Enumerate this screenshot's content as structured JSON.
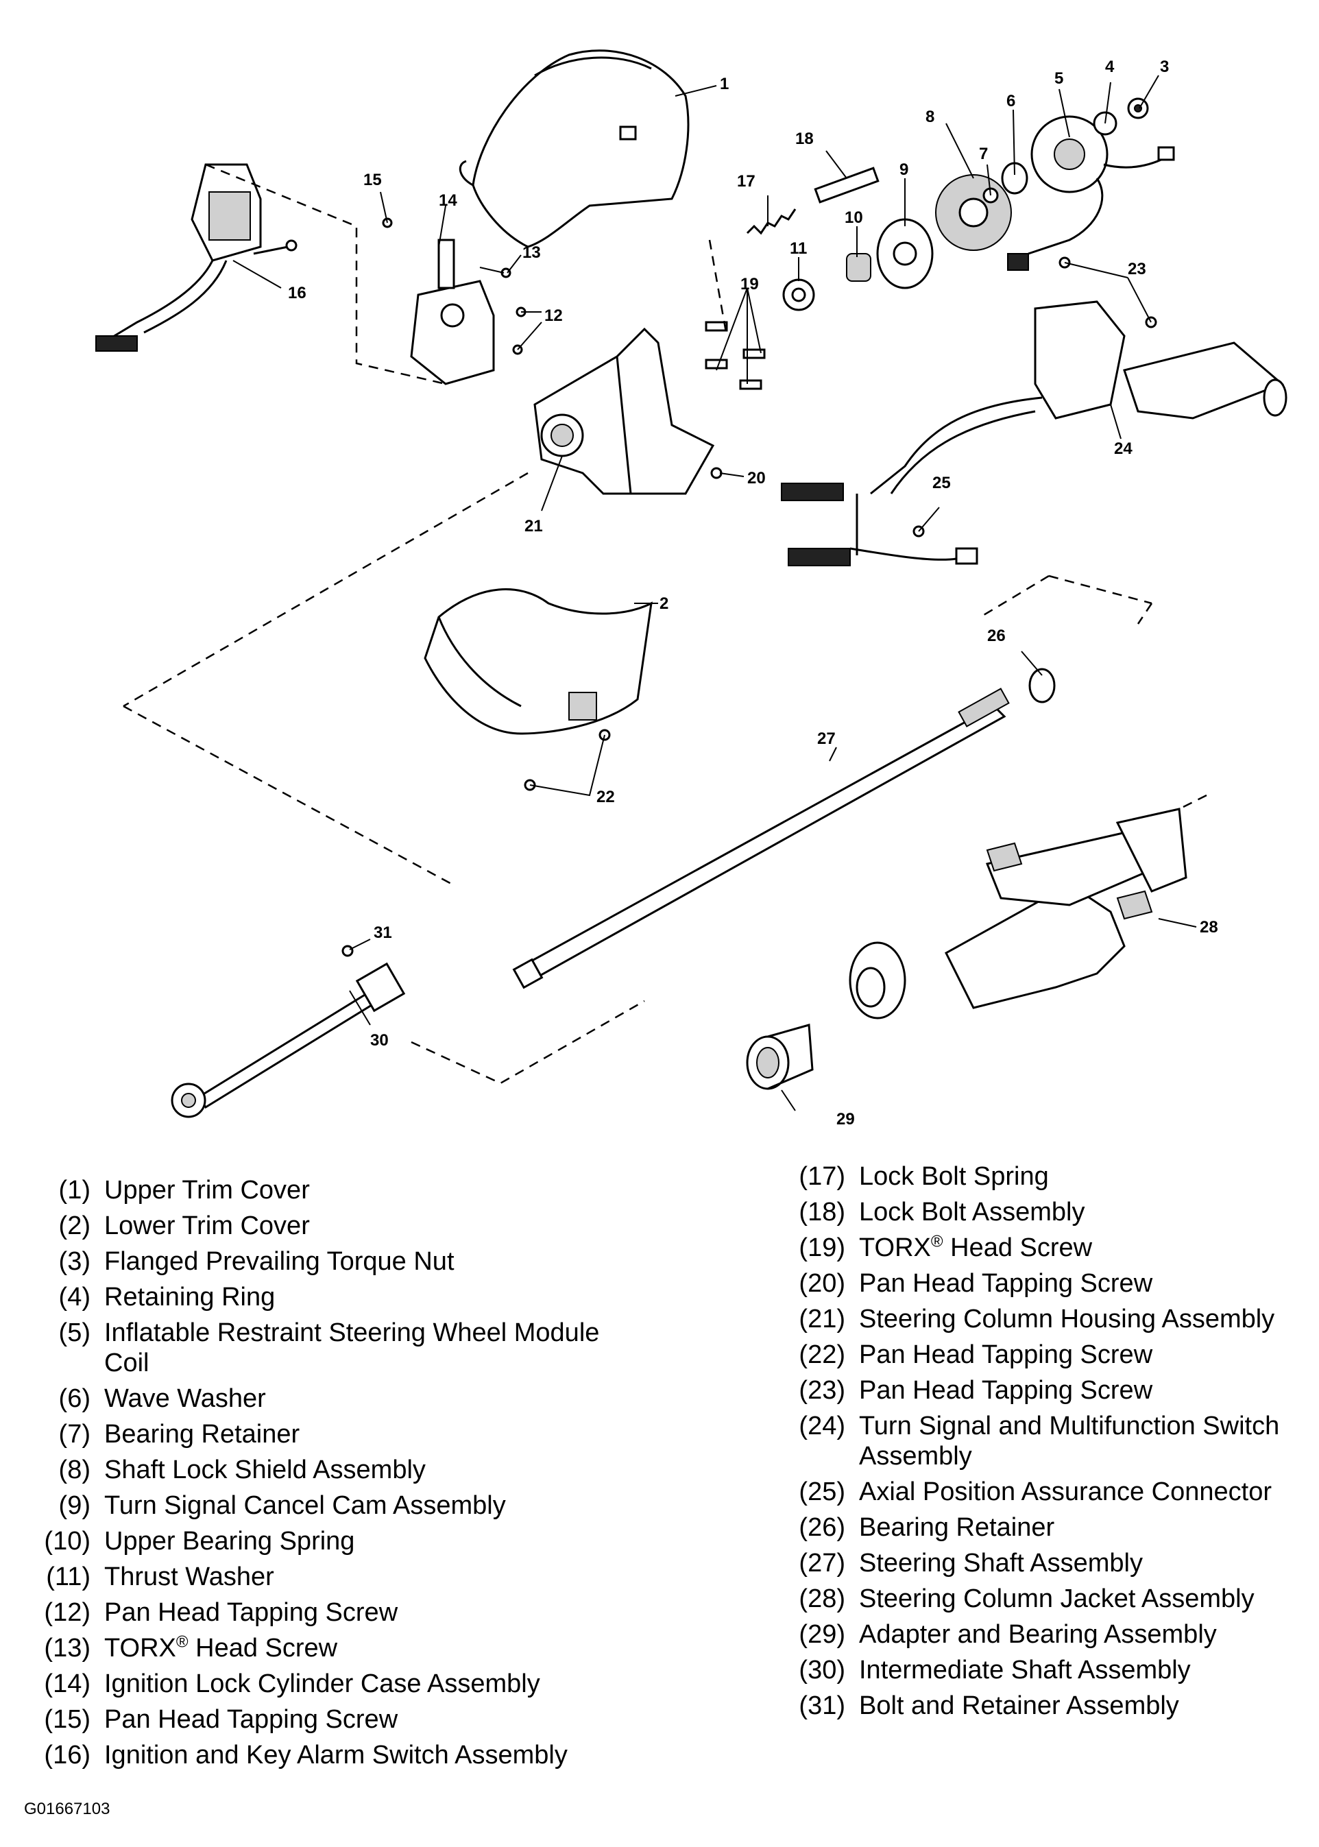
{
  "callouts": [
    "1",
    "2",
    "3",
    "4",
    "5",
    "6",
    "7",
    "8",
    "9",
    "10",
    "11",
    "12",
    "13",
    "14",
    "15",
    "16",
    "17",
    "18",
    "19",
    "20",
    "21",
    "22",
    "23",
    "24",
    "25",
    "26",
    "27",
    "28",
    "29",
    "30",
    "31"
  ],
  "legend_left": [
    {
      "num": "(1)",
      "label": "Upper Trim Cover"
    },
    {
      "num": "(2)",
      "label": "Lower Trim Cover"
    },
    {
      "num": "(3)",
      "label": "Flanged Prevailing Torque Nut"
    },
    {
      "num": "(4)",
      "label": "Retaining Ring"
    },
    {
      "num": "(5)",
      "label": "Inflatable Restraint Steering Wheel Module Coil"
    },
    {
      "num": "(6)",
      "label": "Wave Washer"
    },
    {
      "num": "(7)",
      "label": "Bearing Retainer"
    },
    {
      "num": "(8)",
      "label": "Shaft Lock Shield Assembly"
    },
    {
      "num": "(9)",
      "label": "Turn Signal Cancel Cam Assembly"
    },
    {
      "num": "(10)",
      "label": "Upper Bearing Spring"
    },
    {
      "num": "(11)",
      "label": "Thrust Washer"
    },
    {
      "num": "(12)",
      "label": "Pan Head Tapping Screw"
    },
    {
      "num": "(13)",
      "label": "TORX",
      "sup": "®",
      "suffix": " Head Screw"
    },
    {
      "num": "(14)",
      "label": "Ignition Lock Cylinder Case Assembly"
    },
    {
      "num": "(15)",
      "label": "Pan Head Tapping Screw"
    },
    {
      "num": "(16)",
      "label": "Ignition and Key Alarm Switch Assembly"
    }
  ],
  "legend_right": [
    {
      "num": "(17)",
      "label": "Lock Bolt Spring"
    },
    {
      "num": "(18)",
      "label": "Lock Bolt Assembly"
    },
    {
      "num": "(19)",
      "label": "TORX",
      "sup": "®",
      "suffix": " Head Screw"
    },
    {
      "num": "(20)",
      "label": "Pan Head Tapping Screw"
    },
    {
      "num": "(21)",
      "label": "Steering Column Housing Assembly"
    },
    {
      "num": "(22)",
      "label": "Pan Head Tapping Screw"
    },
    {
      "num": "(23)",
      "label": "Pan Head Tapping Screw"
    },
    {
      "num": "(24)",
      "label": "Turn Signal and Multifunction Switch Assembly"
    },
    {
      "num": "(25)",
      "label": "Axial Position Assurance Connector"
    },
    {
      "num": "(26)",
      "label": "Bearing Retainer"
    },
    {
      "num": "(27)",
      "label": "Steering Shaft Assembly"
    },
    {
      "num": "(28)",
      "label": "Steering Column Jacket Assembly"
    },
    {
      "num": "(29)",
      "label": "Adapter and Bearing Assembly"
    },
    {
      "num": "(30)",
      "label": "Intermediate Shaft Assembly"
    },
    {
      "num": "(31)",
      "label": "Bolt and Retainer Assembly"
    }
  ],
  "figure_code": "G01667103"
}
